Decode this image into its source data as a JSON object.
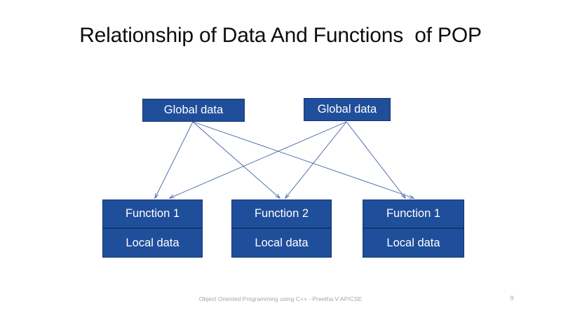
{
  "slide": {
    "title": "Relationship of Data And Functions  of POP",
    "background_color": "#ffffff",
    "title_color": "#0d0d0d",
    "box_fill_color": "#1F4E9B",
    "box_text_color": "#ffffff",
    "connector_color": "#3F62A6"
  },
  "diagram": {
    "global_boxes": [
      {
        "label": "Global data"
      },
      {
        "label": "Global data"
      }
    ],
    "function_boxes": [
      {
        "title": "Function 1",
        "local": "Local data"
      },
      {
        "title": "Function 2",
        "local": "Local data"
      },
      {
        "title": "Function 1",
        "local": "Local data"
      }
    ],
    "connectors": [
      {
        "from": "global-data-1",
        "to": "function-box-1"
      },
      {
        "from": "global-data-1",
        "to": "function-box-2"
      },
      {
        "from": "global-data-1",
        "to": "function-box-3"
      },
      {
        "from": "global-data-2",
        "to": "function-box-1"
      },
      {
        "from": "global-data-2",
        "to": "function-box-2"
      },
      {
        "from": "global-data-2",
        "to": "function-box-3"
      }
    ]
  },
  "footer": {
    "note": "Object Oriented Programming using C++ - Preetha V AP/CSE",
    "page_number": "9"
  }
}
